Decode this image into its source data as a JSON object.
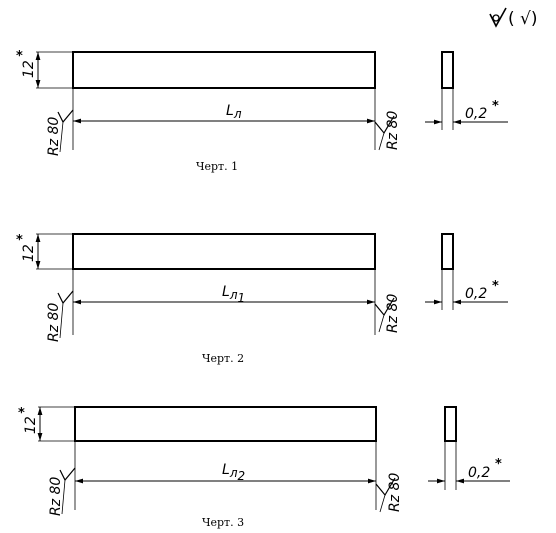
{
  "roughness_note": {
    "icon": "roughness-not-machined-icon",
    "text": "( √)"
  },
  "figures": [
    {
      "caption": "Черт. 1",
      "thickness_label": "12",
      "length_main": "L",
      "length_sub": "л",
      "length_index": "",
      "roughness_left": "Rz 80",
      "roughness_right": "Rz 80",
      "width_label": "0,2"
    },
    {
      "caption": "Черт. 2",
      "thickness_label": "12",
      "length_main": "L",
      "length_sub": "л",
      "length_index": "1",
      "roughness_left": "Rz 80",
      "roughness_right": "Rz 80",
      "width_label": "0,2"
    },
    {
      "caption": "Черт. 3",
      "thickness_label": "12",
      "length_main": "L",
      "length_sub": "л",
      "length_index": "2",
      "roughness_left": "Rz 80",
      "roughness_right": "Rz 80",
      "width_label": "0,2"
    }
  ],
  "asterisk": "*"
}
